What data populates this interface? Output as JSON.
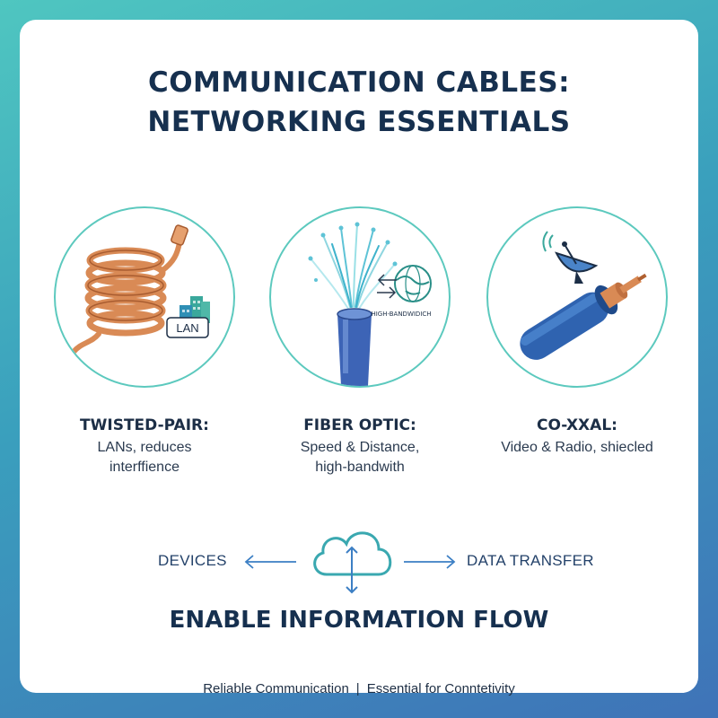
{
  "title": {
    "line1": "COMMUNICATION CABLES:",
    "line2": "NETWORKING ESSENTIALS"
  },
  "cables": [
    {
      "name": "TWISTED-PAIR:",
      "desc_line1": "LANs, reduces",
      "desc_line2": "interffience",
      "badge": "LAN",
      "icon": "coiled-cable-icon"
    },
    {
      "name": "FIBER OPTIC:",
      "desc_line1": "Speed & Distance,",
      "desc_line2": "high-bandwith",
      "badge": "HIGH-BANDWIDICH",
      "icon": "fiber-optic-icon"
    },
    {
      "name": "CO-XXAL:",
      "desc_line1": "Video & Radio, shiecled",
      "desc_line2": "",
      "icon": "coaxial-cable-icon"
    }
  ],
  "flow": {
    "left_label": "DEVICES",
    "right_label": "DATA TRANSFER",
    "main": "ENABLE INFORMATION FLOW",
    "icon": "cloud-icon"
  },
  "footer": {
    "left": "Reliable Communication",
    "separator": "|",
    "right": "Essential for Conntetivity"
  },
  "colors": {
    "navy": "#16304f",
    "teal": "#5cc9be",
    "copper": "#d98a55",
    "blue": "#3c7fc4"
  }
}
